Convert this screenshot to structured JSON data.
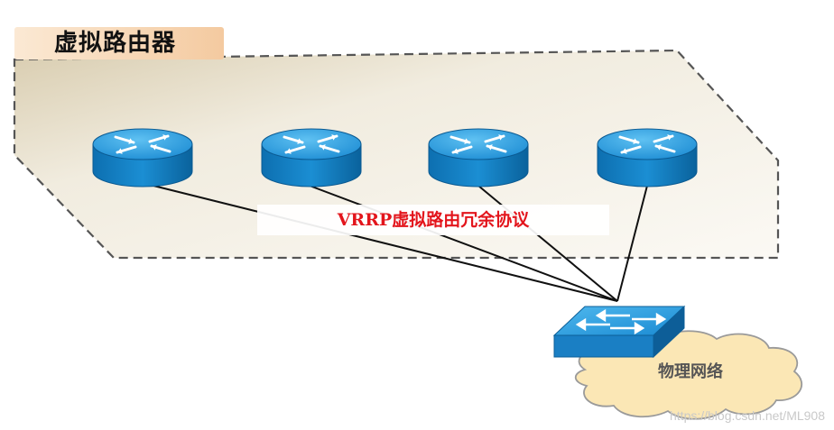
{
  "virtual_router": {
    "title": "虚拟路由器"
  },
  "protocol": {
    "label": "VRRP虚拟路由冗余协议"
  },
  "routers": [
    {
      "name": "router-1"
    },
    {
      "name": "router-2"
    },
    {
      "name": "router-3"
    },
    {
      "name": "router-4"
    }
  ],
  "switch": {
    "name": "switch"
  },
  "network": {
    "label": "物理网络"
  },
  "watermark": "https://blog.csdn.net/ML908",
  "colors": {
    "router_blue": "#1e92d6",
    "area_fill": "#ede7d6",
    "cloud_fill": "#fbe7b5",
    "protocol_text": "#e3151c"
  }
}
